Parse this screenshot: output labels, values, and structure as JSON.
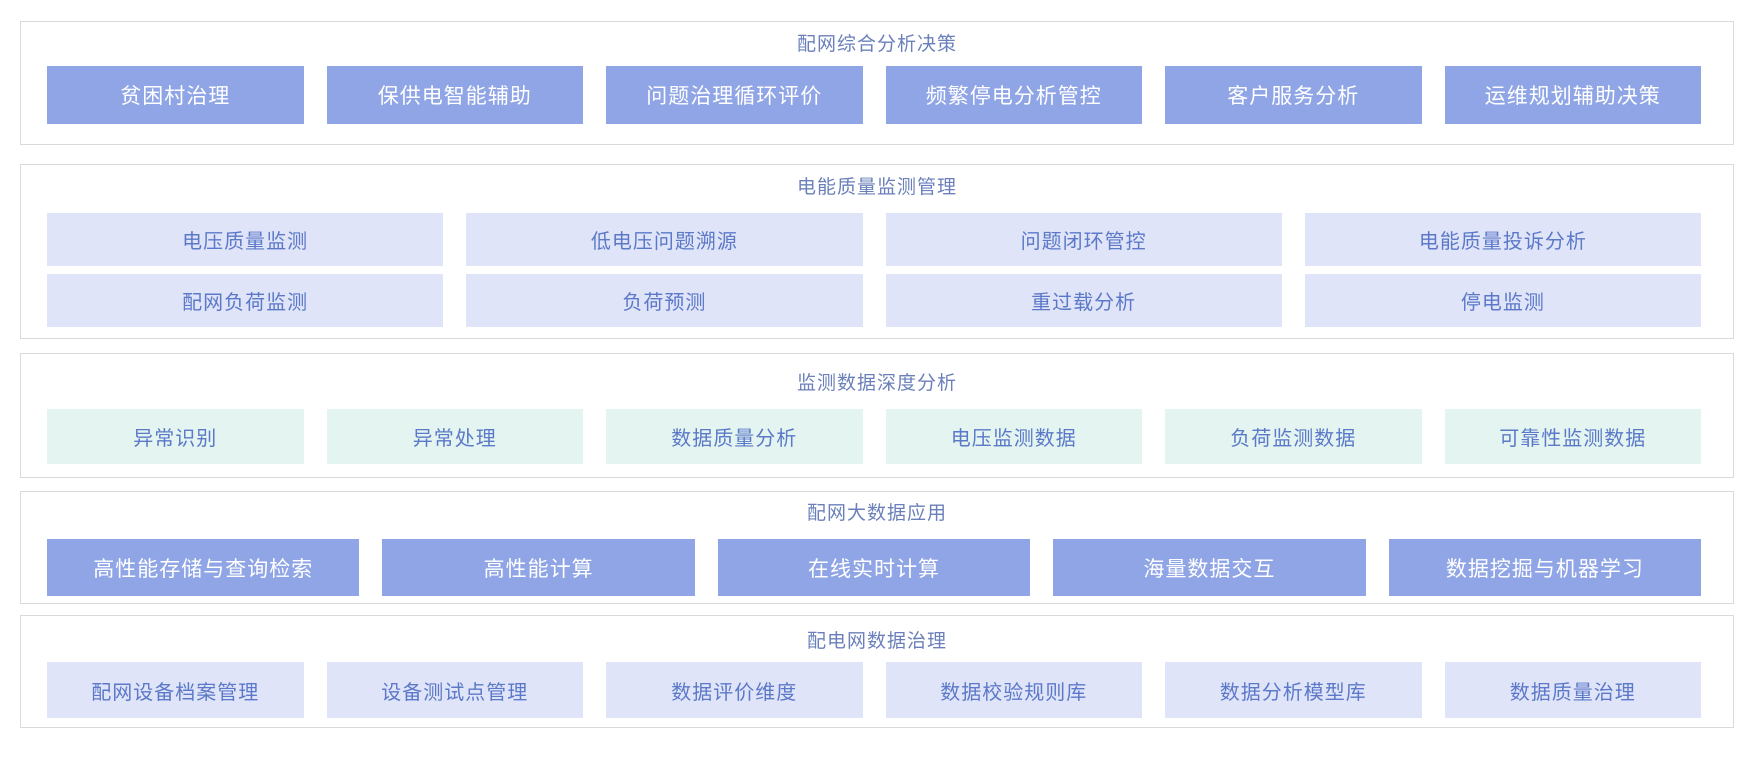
{
  "colors": {
    "solid": "#90a5e5",
    "lavender": "#e0e4f8",
    "mint": "#e3f4f1",
    "tile_text_on_solid": "#ffffff",
    "tile_text_on_light": "#5b79c8",
    "section_title": "#6b80bb",
    "panel_border": "#d8dadd",
    "page_bg": "#ffffff"
  },
  "sections": [
    {
      "id": "s1",
      "name": "distribution-comprehensive-analysis",
      "title": "配网综合分析决策",
      "tile_style": "solid",
      "rows": [
        [
          "贫困村治理",
          "保供电智能辅助",
          "问题治理循环评价",
          "频繁停电分析管控",
          "客户服务分析",
          "运维规划辅助决策"
        ]
      ]
    },
    {
      "id": "s2",
      "name": "power-quality-monitoring-management",
      "title": "电能质量监测管理",
      "tile_style": "lavender",
      "rows": [
        [
          "电压质量监测",
          "低电压问题溯源",
          "问题闭环管控",
          "电能质量投诉分析"
        ],
        [
          "配网负荷监测",
          "负荷预测",
          "重过载分析",
          "停电监测"
        ]
      ]
    },
    {
      "id": "s3",
      "name": "monitoring-data-deep-analysis",
      "title": "监测数据深度分析",
      "tile_style": "mint",
      "rows": [
        [
          "异常识别",
          "异常处理",
          "数据质量分析",
          "电压监测数据",
          "负荷监测数据",
          "可靠性监测数据"
        ]
      ]
    },
    {
      "id": "s4",
      "name": "distribution-big-data-application",
      "title": "配网大数据应用",
      "tile_style": "solid",
      "rows": [
        [
          "高性能存储与查询检索",
          "高性能计算",
          "在线实时计算",
          "海量数据交互",
          "数据挖掘与机器学习"
        ]
      ]
    },
    {
      "id": "s5",
      "name": "distribution-network-data-governance",
      "title": "配电网数据治理",
      "tile_style": "lavender",
      "rows": [
        [
          "配网设备档案管理",
          "设备测试点管理",
          "数据评价维度",
          "数据校验规则库",
          "数据分析模型库",
          "数据质量治理"
        ]
      ]
    }
  ]
}
